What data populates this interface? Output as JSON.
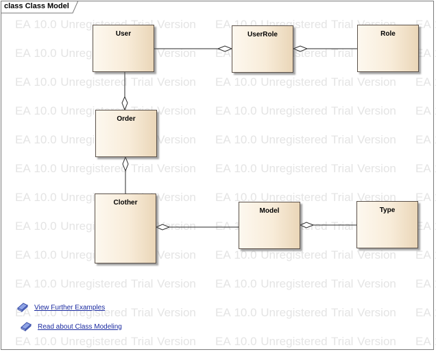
{
  "frame": {
    "label": "class Class Model"
  },
  "watermark": {
    "text": "EA 10.0 Unregistered Trial Version"
  },
  "classes": {
    "user": "User",
    "userrole": "UserRole",
    "role": "Role",
    "order": "Order",
    "clother": "Clother",
    "model": "Model",
    "type": "Type"
  },
  "links": {
    "examples": {
      "label": "View Further Examples",
      "icon": "book-icon"
    },
    "modeling": {
      "label": "Read about Class Modeling",
      "icon": "book-icon"
    }
  },
  "colors": {
    "class_fill_light": "#fdf8ef",
    "class_fill_dark": "#ead6b8",
    "class_border": "#5a5048",
    "watermark": "#e4e4e4",
    "link": "#1a2aa0"
  }
}
